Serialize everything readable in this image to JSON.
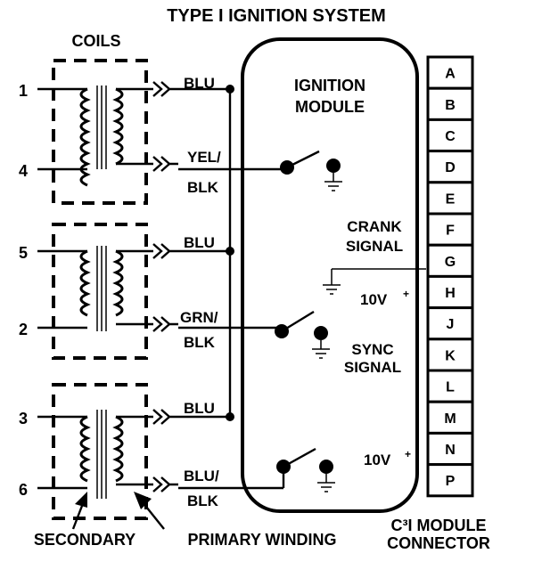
{
  "title": "TYPE I IGNITION SYSTEM",
  "labels": {
    "coils": "COILS",
    "module_line1": "IGNITION",
    "module_line2": "MODULE",
    "crank_line1": "CRANK",
    "crank_line2": "SIGNAL",
    "sync_line1": "SYNC",
    "sync_line2": "SIGNAL",
    "ten_volt_1": "10V",
    "ten_volt_2": "10V",
    "secondary": "SECONDARY",
    "primary_winding": "PRIMARY WINDING",
    "connector_line1": "C³I MODULE",
    "connector_line2": "CONNECTOR"
  },
  "terminals": [
    "1",
    "4",
    "5",
    "2",
    "3",
    "6"
  ],
  "wires": {
    "coil1_top": "BLU",
    "coil1_bottom_a": "YEL/",
    "coil1_bottom_b": "BLK",
    "coil2_top": "BLU",
    "coil2_bottom_a": "GRN/",
    "coil2_bottom_b": "BLK",
    "coil3_top": "BLU",
    "coil3_bottom_a": "BLU/",
    "coil3_bottom_b": "BLK"
  },
  "connector_pins": [
    "A",
    "B",
    "C",
    "D",
    "E",
    "F",
    "G",
    "H",
    "J",
    "K",
    "L",
    "M",
    "N",
    "P"
  ]
}
